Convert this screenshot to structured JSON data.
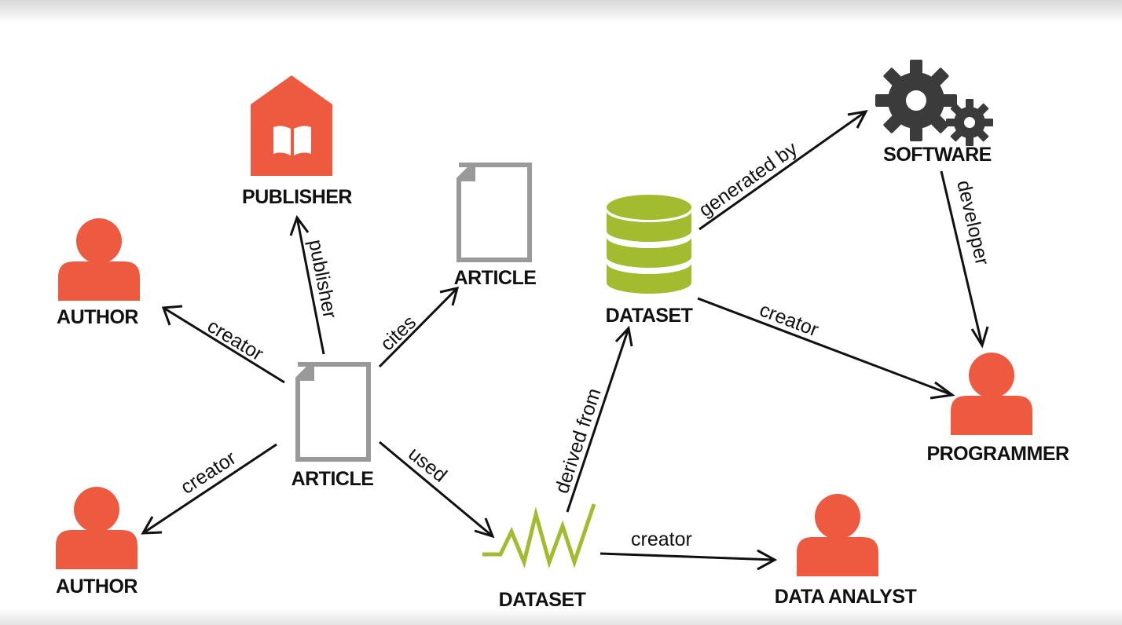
{
  "colors": {
    "person": "#ee5a3f",
    "publisher": "#ee5a3f",
    "document": "#999999",
    "database": "#a2bb2f",
    "dataset_wave": "#a2bb2f",
    "software": "#3b3b3b",
    "ink": "#111111"
  },
  "nodes": {
    "publisher": {
      "label": "PUBLISHER",
      "icon": "publisher-house-book-icon"
    },
    "author_top": {
      "label": "AUTHOR",
      "icon": "person-icon"
    },
    "author_bottom": {
      "label": "AUTHOR",
      "icon": "person-icon"
    },
    "article_center": {
      "label": "ARTICLE",
      "icon": "document-icon"
    },
    "article_cited": {
      "label": "ARTICLE",
      "icon": "document-icon"
    },
    "dataset_db": {
      "label": "DATASET",
      "icon": "database-icon"
    },
    "dataset_wave": {
      "label": "DATASET",
      "icon": "waveform-icon"
    },
    "software": {
      "label": "SOFTWARE",
      "icon": "gears-icon"
    },
    "programmer": {
      "label": "PROGRAMMER",
      "icon": "person-icon"
    },
    "data_analyst": {
      "label": "DATA ANALYST",
      "icon": "person-icon"
    }
  },
  "edges": {
    "creator_top": "creator",
    "creator_bottom": "creator",
    "publisher": "publisher",
    "cites": "cites",
    "used": "used",
    "derived_from": "derived from",
    "generated_by": "generated by",
    "developer": "developer",
    "creator_programmer": "creator",
    "creator_analyst": "creator"
  }
}
